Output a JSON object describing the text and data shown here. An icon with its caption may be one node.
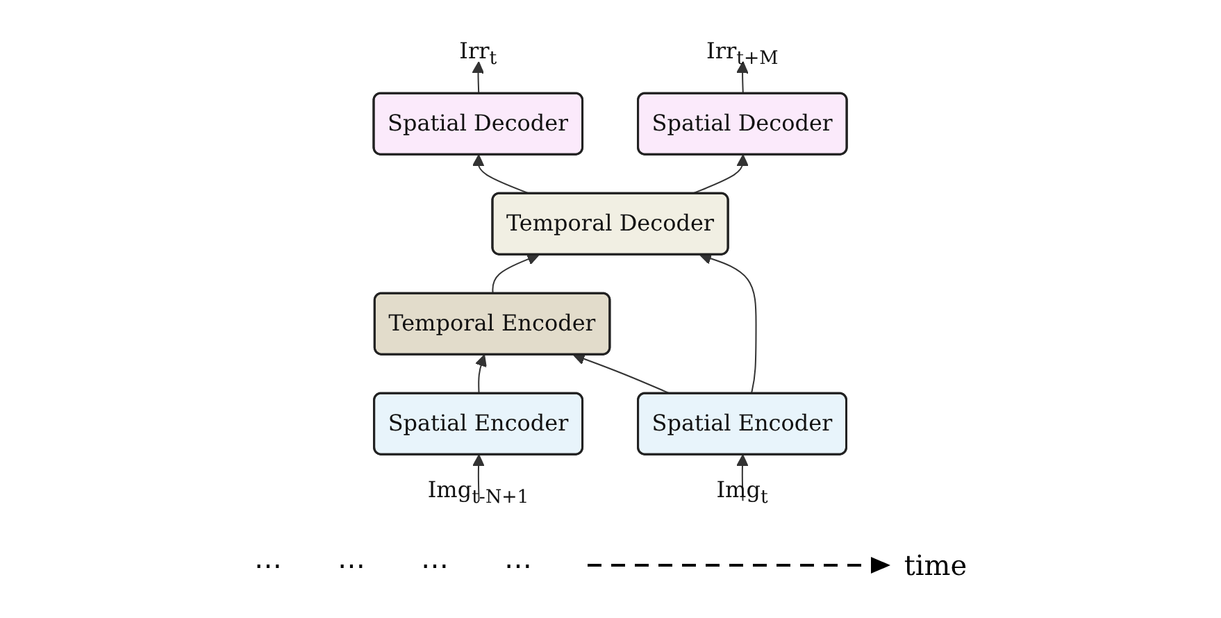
{
  "diagram": {
    "nodes": [
      {
        "text": [
          "Temporal Encoder"
        ]
      },
      {
        "text": [
          "Temporal Decoder"
        ]
      },
      {
        "text": [
          "Spatial Encoder"
        ]
      },
      {
        "text": [
          "Spatial Encoder"
        ]
      },
      {
        "text": [
          "Spatial Decoder"
        ]
      },
      {
        "text": [
          "Spatial Decoder"
        ]
      },
      {
        "text": [
          "Img$_{t-N+1}$"
        ]
      },
      {
        "text": [
          "Img$_{t}$"
        ]
      },
      {
        "text": [
          "Irr$_{t}$"
        ]
      },
      {
        "text": [
          "Irr$_{t+M}$"
        ]
      }
    ],
    "edges": [
      {
        "from": 0,
        "to": 1,
        "arrow": "to"
      },
      {
        "from": 3,
        "to": 1,
        "arrow": "to"
      },
      {
        "from": 2,
        "to": 0,
        "arrow": "to"
      },
      {
        "from": 3,
        "to": 0,
        "arrow": "to"
      },
      {
        "from": 1,
        "to": 4,
        "arrow": "to"
      },
      {
        "from": 1,
        "to": 5,
        "arrow": "to"
      },
      {
        "from": 6,
        "to": 2,
        "arrow": "to"
      },
      {
        "from": 7,
        "to": 3,
        "arrow": "to"
      },
      {
        "from": 4,
        "to": 8,
        "arrow": "to"
      },
      {
        "from": 5,
        "to": 9,
        "arrow": "to"
      }
    ],
    "labels": [
      "⋯",
      "⋯",
      "⋯",
      "⋯",
      "time"
    ]
  }
}
